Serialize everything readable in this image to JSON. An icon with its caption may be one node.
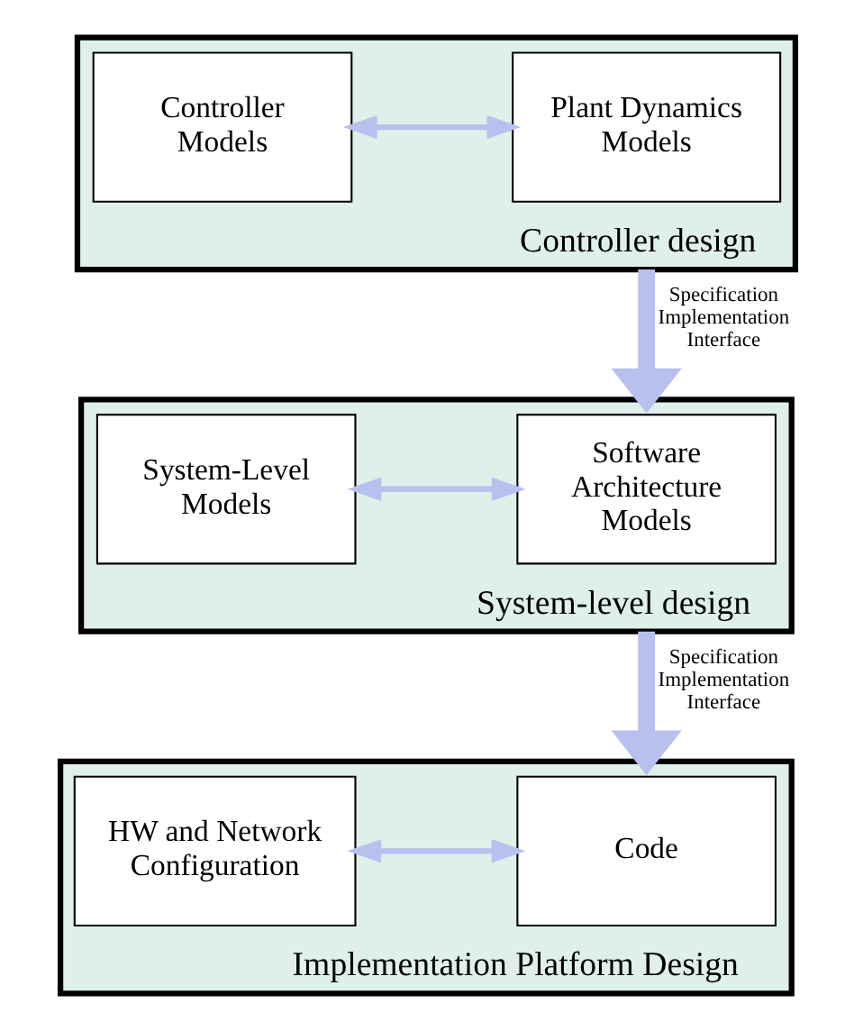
{
  "diagram": {
    "nodes": [
      {
        "text": [
          "Controller design"
        ]
      },
      {
        "text": [
          "Plant Dynamics Models"
        ],
        "in": 0
      },
      {
        "text": [
          "Controller Models"
        ],
        "in": 0
      },
      {
        "text": [
          "System-level design"
        ]
      },
      {
        "text": [
          "Software Architecture Models"
        ],
        "in": 3
      },
      {
        "text": [
          "System-Level Models"
        ],
        "in": 3
      },
      {
        "text": [
          "Implementation Platform Design"
        ]
      },
      {
        "text": [
          "Code"
        ],
        "in": 6
      },
      {
        "text": [
          "HW and Network Configuration"
        ],
        "in": 6
      }
    ],
    "edges": [
      {
        "from": 1,
        "to": 2,
        "arrow": "both"
      },
      {
        "from": 0,
        "to": 3,
        "arrow": "to",
        "label": "Specification Implementation Interface",
        "style": "thick"
      },
      {
        "from": 4,
        "to": 5,
        "arrow": "both"
      },
      {
        "from": 3,
        "to": 6,
        "arrow": "to",
        "label": "Specification Implementation Interface",
        "style": "thick"
      },
      {
        "from": 7,
        "to": 8,
        "arrow": "both"
      }
    ]
  }
}
